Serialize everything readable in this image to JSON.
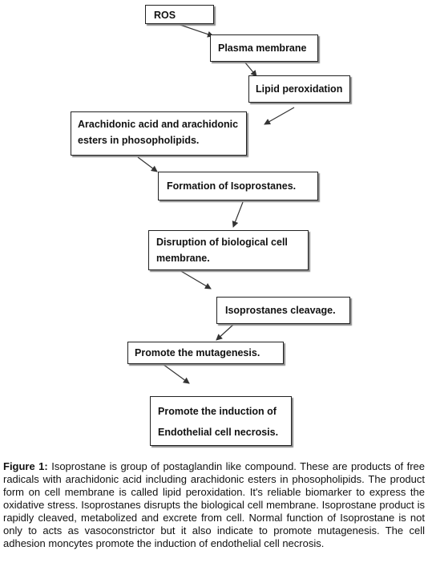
{
  "boxes": [
    {
      "lines": [
        "ROS"
      ]
    },
    {
      "lines": [
        "Plasma membrane"
      ]
    },
    {
      "lines": [
        "Lipid peroxidation"
      ]
    },
    {
      "lines": [
        "Arachidonic acid and arachidonic",
        "esters in phosopholipids."
      ]
    },
    {
      "lines": [
        "Formation of Isoprostanes."
      ]
    },
    {
      "lines": [
        "Disruption of biological cell",
        "membrane."
      ]
    },
    {
      "lines": [
        "Isoprostanes cleavage."
      ]
    },
    {
      "lines": [
        "Promote the mutagenesis."
      ]
    },
    {
      "lines": [
        "Promote the induction of",
        "Endothelial cell necrosis."
      ]
    }
  ],
  "caption": {
    "label": "Figure 1:",
    "text": "Isoprostane is group of postaglandin like compound. These are products of free radicals with arachidonic acid including arachidonic esters in phosopholipids. The product form on cell membrane is called lipid peroxidation. It's reliable biomarker to express the oxidative stress. Isoprostanes disrupts the biological cell membrane. Isoprostane product is rapidly cleaved, metabolized and excrete from cell. Normal function of Isoprostane is not only to acts as vasoconstrictor but it also indicate to promote mutagenesis. The cell adhesion moncytes promote the induction of endothelial cell necrosis."
  }
}
